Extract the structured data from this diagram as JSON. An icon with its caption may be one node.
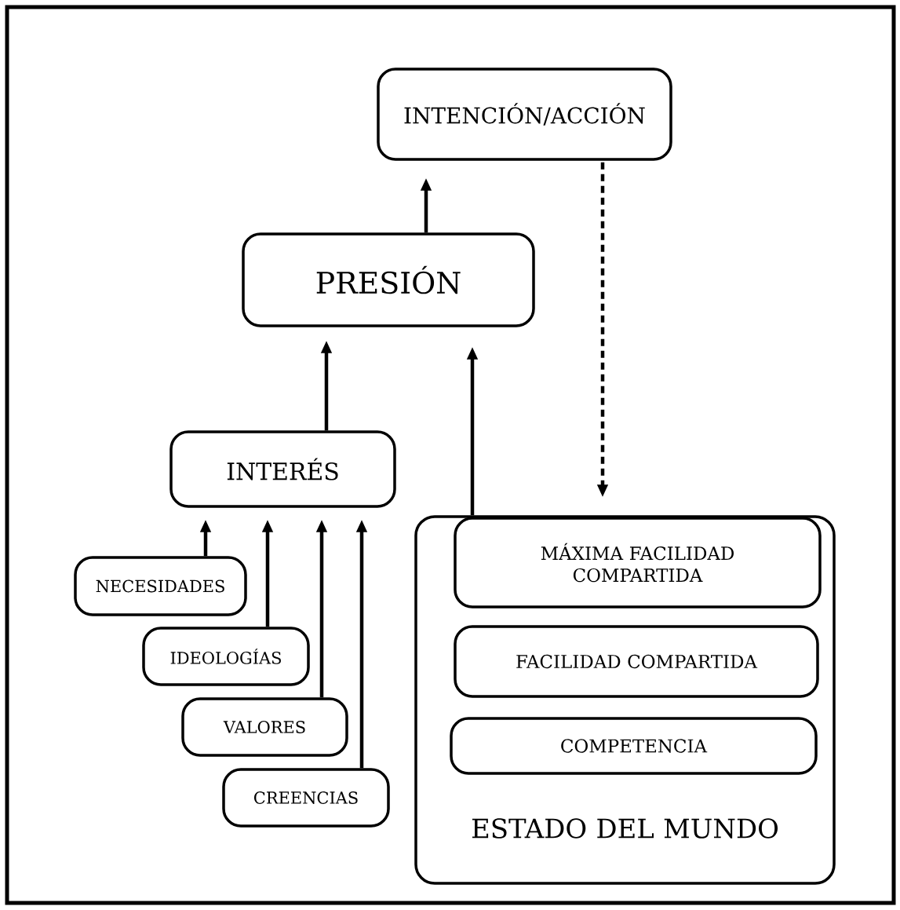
{
  "diagram": {
    "nodes": [
      {
        "text": [
          "INTENCIÓN/ACCIÓN"
        ]
      },
      {
        "text": [
          "PRESIÓN"
        ]
      },
      {
        "text": [
          "INTERÉS"
        ]
      },
      {
        "text": [
          "NECESIDADES"
        ]
      },
      {
        "text": [
          "IDEOLOGÍAS"
        ]
      },
      {
        "text": [
          "VALORES"
        ]
      },
      {
        "text": [
          "CREENCIAS"
        ]
      },
      {
        "text": [
          "ESTADO DEL MUNDO"
        ]
      },
      {
        "text": [
          "MÁXIMA FACILIDAD COMPARTIDA"
        ],
        "in": 7
      },
      {
        "text": [
          "FACILIDAD COMPARTIDA"
        ],
        "in": 7
      },
      {
        "text": [
          "COMPETENCIA"
        ],
        "in": 7
      }
    ],
    "edges": [
      {
        "from": 1,
        "to": 0,
        "arrow": "to"
      },
      {
        "from": 2,
        "to": 1,
        "arrow": "to"
      },
      {
        "from": 7,
        "to": 1,
        "arrow": "to"
      },
      {
        "from": 0,
        "to": 7,
        "arrow": "to",
        "style": "dashed"
      },
      {
        "from": 3,
        "to": 2,
        "arrow": "to"
      },
      {
        "from": 4,
        "to": 2,
        "arrow": "to"
      },
      {
        "from": 5,
        "to": 2,
        "arrow": "to"
      },
      {
        "from": 6,
        "to": 2,
        "arrow": "to"
      }
    ]
  }
}
